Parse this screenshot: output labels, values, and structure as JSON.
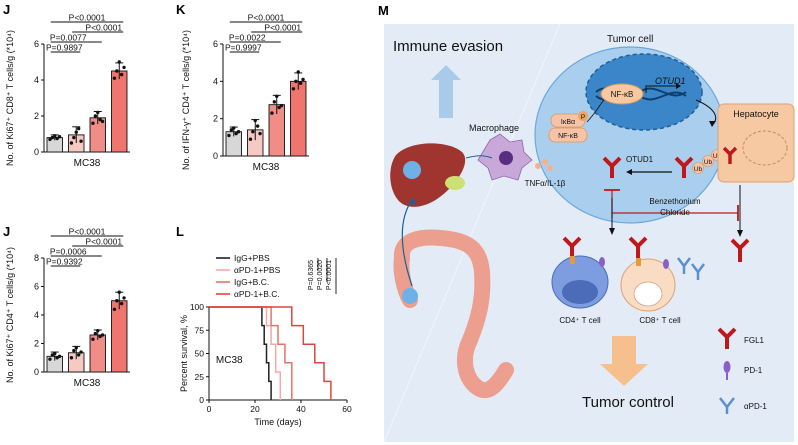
{
  "panels": {
    "J": "J",
    "K": "K",
    "L": "L",
    "M": "M"
  },
  "colors": {
    "bar_igg": "#d7d7d7",
    "bar_apd1": "#f7c9c3",
    "bar_bc": "#f08d86",
    "bar_combo": "#f0756d",
    "curve_igg": "#222222",
    "curve_apd1": "#f2aaa6",
    "curve_bc": "#e8726c",
    "curve_combo": "#e0443e",
    "blue_bg": "#dbe8f5",
    "hepatocyte": "#f6c9a3",
    "fgl1": "#c0171c",
    "pd1": "#8a5fc8",
    "apd1": "#5b8fd0"
  },
  "chart_data": [
    {
      "id": "j-top",
      "type": "bar",
      "categories": [
        "IgG+PBS",
        "αPD-1+PBS",
        "IgG+B.C.",
        "αPD-1+B.C."
      ],
      "values": [
        0.8,
        0.95,
        1.9,
        4.5
      ],
      "errors": [
        0.15,
        0.45,
        0.35,
        0.45
      ],
      "points": [
        [
          0.7,
          0.8,
          0.9,
          0.75,
          0.85
        ],
        [
          0.5,
          0.8,
          1.1,
          1.3,
          0.6
        ],
        [
          1.6,
          2.0,
          2.2,
          1.8,
          1.7
        ],
        [
          4.1,
          4.5,
          5.0,
          4.3,
          4.7
        ]
      ],
      "ylim": [
        0,
        6
      ],
      "yticks": [
        "0",
        "2",
        "4",
        "6"
      ],
      "ylabel": "No. of Ki67⁺ CD8⁺ T cells/g (*10⁴)",
      "xlabel": "MC38",
      "pvalues": [
        "P<0.0001",
        "P<0.0001",
        "P=0.0077",
        "P=0.9897"
      ]
    },
    {
      "id": "j-bottom",
      "type": "bar",
      "categories": [
        "IgG+PBS",
        "αPD-1+PBS",
        "IgG+B.C.",
        "αPD-1+B.C."
      ],
      "values": [
        1.1,
        1.35,
        2.6,
        5.0
      ],
      "errors": [
        0.3,
        0.45,
        0.35,
        0.6
      ],
      "points": [
        [
          0.9,
          1.2,
          1.3,
          1.0,
          1.1
        ],
        [
          1.0,
          1.5,
          1.7,
          1.2,
          1.4
        ],
        [
          2.3,
          2.7,
          2.9,
          2.5,
          2.6
        ],
        [
          4.4,
          5.0,
          5.6,
          4.8,
          5.2
        ]
      ],
      "ylim": [
        0,
        8
      ],
      "yticks": [
        "0",
        "2",
        "4",
        "6",
        "8"
      ],
      "ylabel": "No. of Ki67⁺ CD4⁺ T cells/g (*10⁴)",
      "xlabel": "MC38",
      "pvalues": [
        "P<0.0001",
        "P<0.0001",
        "P=0.0006",
        "P=0.9392"
      ]
    },
    {
      "id": "k",
      "type": "bar",
      "categories": [
        "IgG+PBS",
        "αPD-1+PBS",
        "IgG+B.C.",
        "αPD-1+B.C."
      ],
      "values": [
        1.3,
        1.4,
        2.75,
        4.0
      ],
      "errors": [
        0.25,
        0.55,
        0.5,
        0.45
      ],
      "points": [
        [
          1.1,
          1.4,
          1.5,
          1.2,
          1.3
        ],
        [
          0.9,
          1.3,
          1.9,
          1.6,
          1.2
        ],
        [
          2.3,
          2.9,
          3.2,
          2.6,
          2.7
        ],
        [
          3.6,
          4.0,
          4.5,
          3.9,
          4.1
        ]
      ],
      "ylim": [
        0,
        6
      ],
      "yticks": [
        "0",
        "2",
        "4",
        "6"
      ],
      "ylabel": "No. of IFN-γ⁺ CD4⁺ T cells/g (*10⁴)",
      "xlabel": "MC38",
      "pvalues": [
        "P<0.0001",
        "P<0.0001",
        "P=0.0022",
        "P=0.9997"
      ]
    },
    {
      "id": "l",
      "type": "line",
      "step": true,
      "xlabel": "Time (days)",
      "ylabel": "Percent survival, %",
      "annotation": "MC38",
      "xlim": [
        0,
        60
      ],
      "ylim": [
        0,
        100
      ],
      "xticks": [
        "0",
        "20",
        "40",
        "60"
      ],
      "yticks": [
        "0",
        "25",
        "50",
        "75",
        "100"
      ],
      "series": [
        {
          "name": "IgG+PBS",
          "x": [
            0,
            22,
            23,
            24,
            25,
            26,
            27
          ],
          "y": [
            100,
            100,
            80,
            60,
            40,
            20,
            0
          ]
        },
        {
          "name": "αPD-1+PBS",
          "x": [
            0,
            24,
            25,
            27,
            29,
            31
          ],
          "y": [
            100,
            100,
            80,
            60,
            30,
            0
          ]
        },
        {
          "name": "IgG+B.C.",
          "x": [
            0,
            25,
            27,
            30,
            33,
            36
          ],
          "y": [
            100,
            100,
            80,
            60,
            40,
            0
          ]
        },
        {
          "name": "αPD-1+B.C.",
          "x": [
            0,
            31,
            36,
            41,
            46,
            50,
            53
          ],
          "y": [
            100,
            100,
            80,
            60,
            40,
            20,
            0
          ]
        }
      ],
      "pvalues": [
        "P=0.6365",
        "P=0.0020",
        "P<0.0001"
      ]
    }
  ],
  "diagram": {
    "immune_evasion": "Immune evasion",
    "tumor_cell": "Tumor cell",
    "macrophage": "Macrophage",
    "hepatocyte": "Hepatocyte",
    "nfkb_nucleus": "NF-κB",
    "otud1_gene": "OTUD1",
    "ikba": "IκBα",
    "phospho": "P",
    "nfkb_cyto": "NF-κB",
    "otud1_protein": "OTUD1",
    "ub1": "Ub",
    "ub2": "Ub",
    "ub3": "Ub",
    "cytokines": "TNFα/IL-1β",
    "benzethonium": "Benzethonium",
    "chloride": "Chloride",
    "cd4": "CD4⁺ T cell",
    "cd8": "CD8⁺ T cell",
    "tumor_control": "Tumor control",
    "legend_fgl1": "FGL1",
    "legend_pd1": "PD-1",
    "legend_apd1": "αPD-1"
  }
}
